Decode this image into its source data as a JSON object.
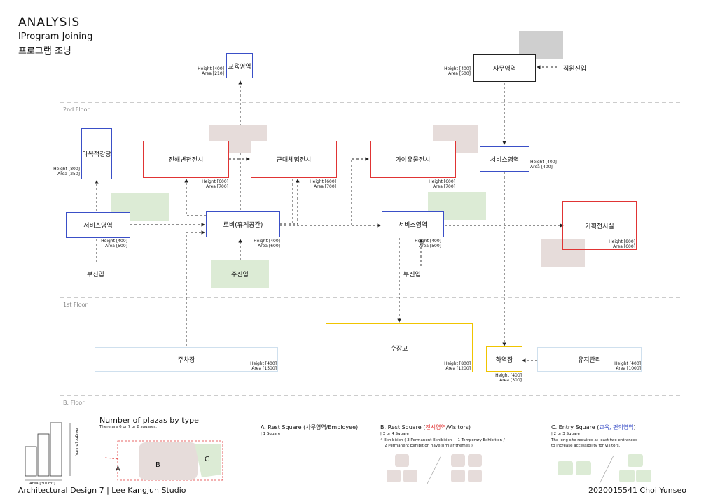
{
  "header": {
    "title": "ANALYSIS",
    "subtitle": "lProgram Joining",
    "subtitle_kr": "프로그램 조닝"
  },
  "floors": {
    "second": "2nd Floor",
    "first": "1st Floor",
    "basement": "B. Floor"
  },
  "boxes": {
    "education": "교육영역",
    "office": "사무영역",
    "auditorium": "다목적강당",
    "exhibit1": "진해변천전시",
    "exhibit2": "근대체험전시",
    "exhibit3": "가야유물전시",
    "service_top": "서비스영역",
    "service_left": "서비스영역",
    "lobby": "로비(휴게공간)",
    "service_mid": "서비스영역",
    "special": "기획전시실",
    "storage": "수장고",
    "unloading": "하역장",
    "parking": "주차장",
    "maintenance": "유지관리"
  },
  "labels": {
    "staff_entry": "직원진입",
    "sub_entry_left": "부진입",
    "main_entry": "주진입",
    "sub_entry_mid": "부진입"
  },
  "specs": {
    "education": "Height [400]\nArea [210]",
    "office": "Height [400]\nArea [500]",
    "auditorium": "Height [800]\nArea [250]",
    "exhibit1": "Height [600]\nArea [700]",
    "exhibit2": "Height [600]\nArea [700]",
    "exhibit3": "Height [600]\nArea [700]",
    "service_top": "Height [400]\nArea [400]",
    "service_left": "Height [400]\nArea [500]",
    "lobby": "Height [400]\nArea [600]",
    "service_mid": "Height [400]\nArea [500]",
    "special": "Height [800]\nArea [600]",
    "storage": "Height [800]\nArea [1200]",
    "unloading": "Height [400]\nArea [300]",
    "parking": "Height [400]\nArea [1500]",
    "maintenance": "Height [400]\nArea [1000]"
  },
  "legend": {
    "height_label": "Height [800m]",
    "area_label": "Area [300m²]",
    "plazas_title": "Number of plazas by type",
    "plazas_sub": "There are 6 or 7 or 8 squares.",
    "zone_a": "A",
    "zone_b": "B",
    "zone_c": "C",
    "rest_a_title_1": "A. Rest Square (",
    "rest_a_title_kr": "사무영역",
    "rest_a_title_2": "/Employee)",
    "rest_a_desc": "| 1 Square",
    "rest_b_title_1": "B. Rest Square (",
    "rest_b_title_kr": "전시영역",
    "rest_b_title_2": "/Visitors)",
    "rest_b_desc1": "| 3 or 4 Square",
    "rest_b_desc2": "4 Exhibition ( 3 Permanent Exhibition + 1 Temporary Exhibition /",
    "rest_b_desc3": "2 Permanent Exhibition have similar themes )",
    "entry_c_title_1": "C. Entry Square (",
    "entry_c_title_kr": "교육, 편의영역",
    "entry_c_title_2": ")",
    "entry_c_desc1": "| 2 or 3 Square",
    "entry_c_desc2": "The long site requires at least two entrances",
    "entry_c_desc3": "to increase accessibility for visitors."
  },
  "footer": {
    "left": "Architectural Design 7 | Lee Kangjun Studio",
    "right": "2020015541 Choi Yunseo"
  },
  "colors": {
    "red": "#e03434",
    "blue": "#3a4fc7",
    "yellow": "#f0c400",
    "green": "#dcebd5",
    "pink": "#e6dcda",
    "grey": "#cfcfcf"
  }
}
